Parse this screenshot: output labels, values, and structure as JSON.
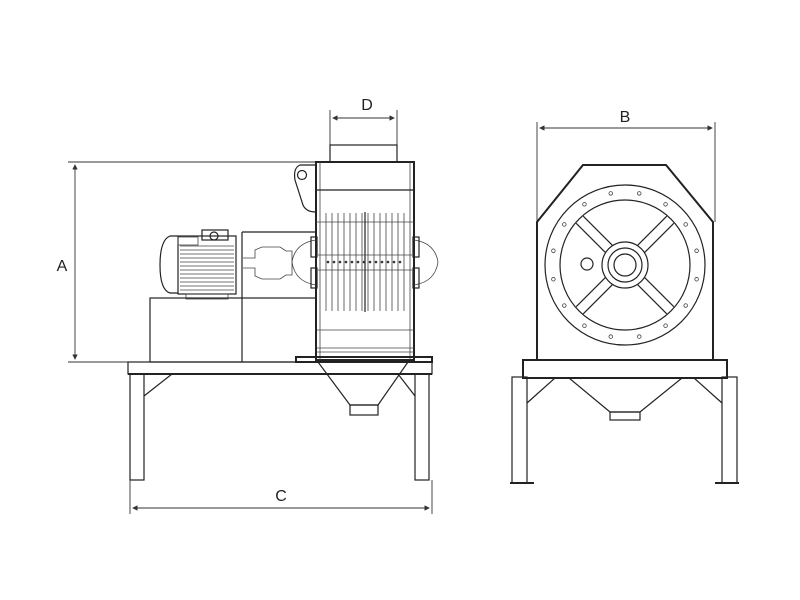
{
  "diagram": {
    "dimensions": {
      "height_label": "A",
      "width_side_label": "B",
      "length_label": "C",
      "inlet_label": "D"
    }
  }
}
